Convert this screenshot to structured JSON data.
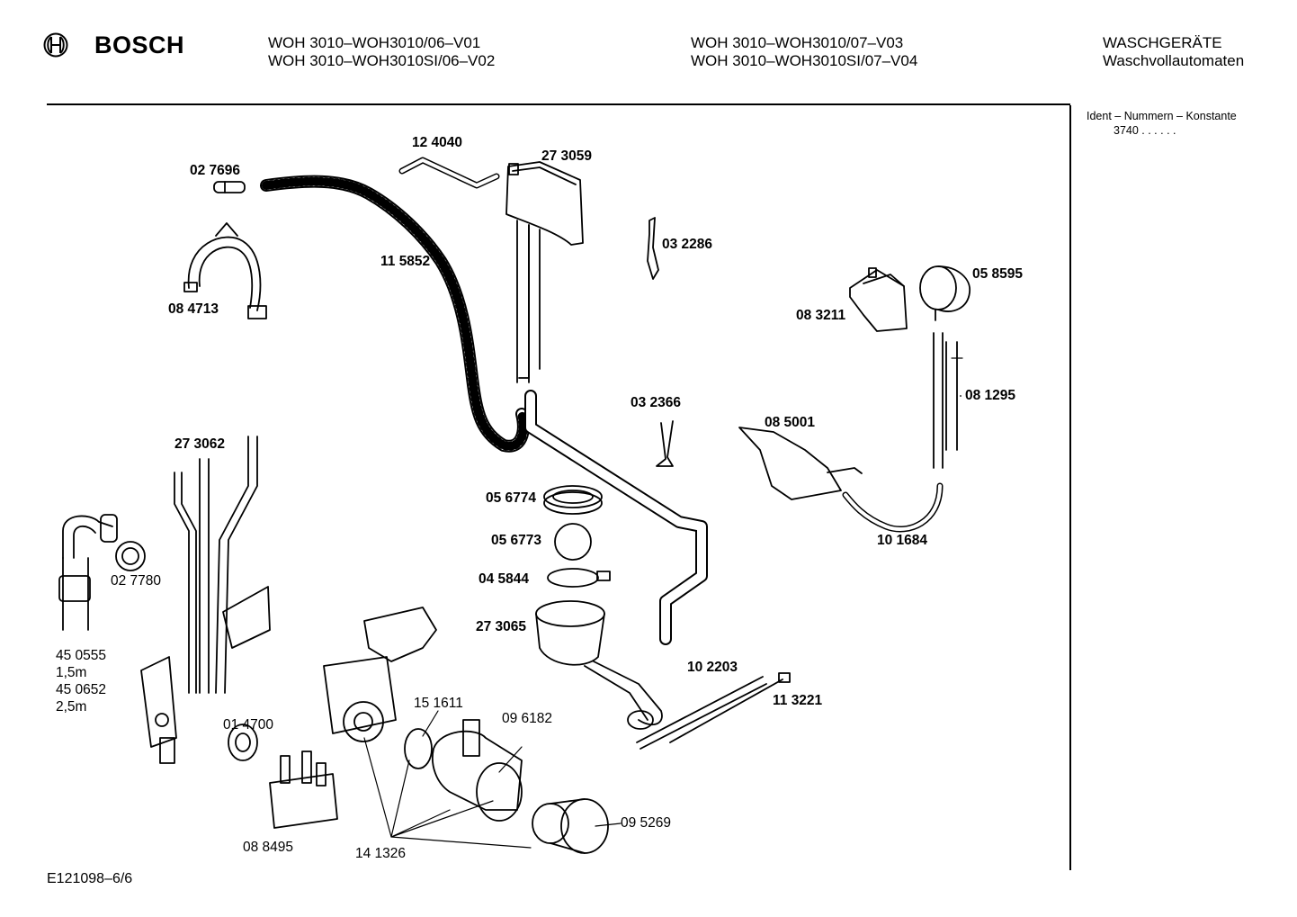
{
  "header": {
    "brand": "BOSCH",
    "models_left": [
      "WOH 3010–WOH3010/06–V01",
      "WOH 3010–WOH3010SI/06–V02"
    ],
    "models_right": [
      "WOH 3010–WOH3010/07–V03",
      "WOH 3010–WOH3010SI/07–V04"
    ],
    "category": [
      "WASCHGERÄTE",
      "Waschvollautomaten"
    ]
  },
  "sidebar": {
    "ident_title": "Ident – Nummern – Konstante",
    "ident_value": "3740 .  .  .  .  .  ."
  },
  "footer": {
    "code": "E121098–6/6"
  },
  "parts": {
    "p124040": "12 4040",
    "p273059": "27 3059",
    "p027696": "02 7696",
    "p032286": "03 2286",
    "p115852": "11 5852",
    "p084713": "08 4713",
    "p058595": "05 8595",
    "p083211": "08 3211",
    "p081295": "08 1295",
    "p032366": "03 2366",
    "p085001": "08 5001",
    "p273062": "27 3062",
    "p056774": "05 6774",
    "p056773": "05 6773",
    "p101684": "10 1684",
    "p045844": "04 5844",
    "p027780": "02 7780",
    "p273065": "27 3065",
    "p102203": "10 2203",
    "p113221": "11 3221",
    "p450555": "45 0555",
    "p15m": "1,5m",
    "p450652": "45 0652",
    "p25m": "2,5m",
    "p014700": "01 4700",
    "p151611": "15 1611",
    "p096182": "09 6182",
    "p095269": "09 5269",
    "p088495": "08 8495",
    "p141326": "14 1326"
  }
}
